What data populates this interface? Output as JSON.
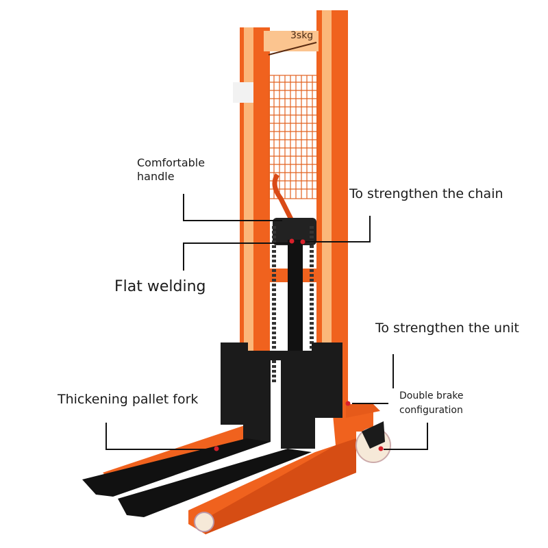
{
  "product": {
    "capacity_marking": "3skg"
  },
  "callouts": {
    "handle": {
      "line1": "Comfortable",
      "line2": "handle"
    },
    "chain": "To strengthen the chain",
    "welding": "Flat welding",
    "unit": "To strengthen the unit",
    "brake": {
      "line1": "Double brake",
      "line2": "configuration"
    },
    "fork": "Thickening pallet fork"
  },
  "colors": {
    "frame": "#f0621e",
    "frame_light": "#fbb77a",
    "fork": "#1b1b1b",
    "marker": "#d8202a"
  }
}
